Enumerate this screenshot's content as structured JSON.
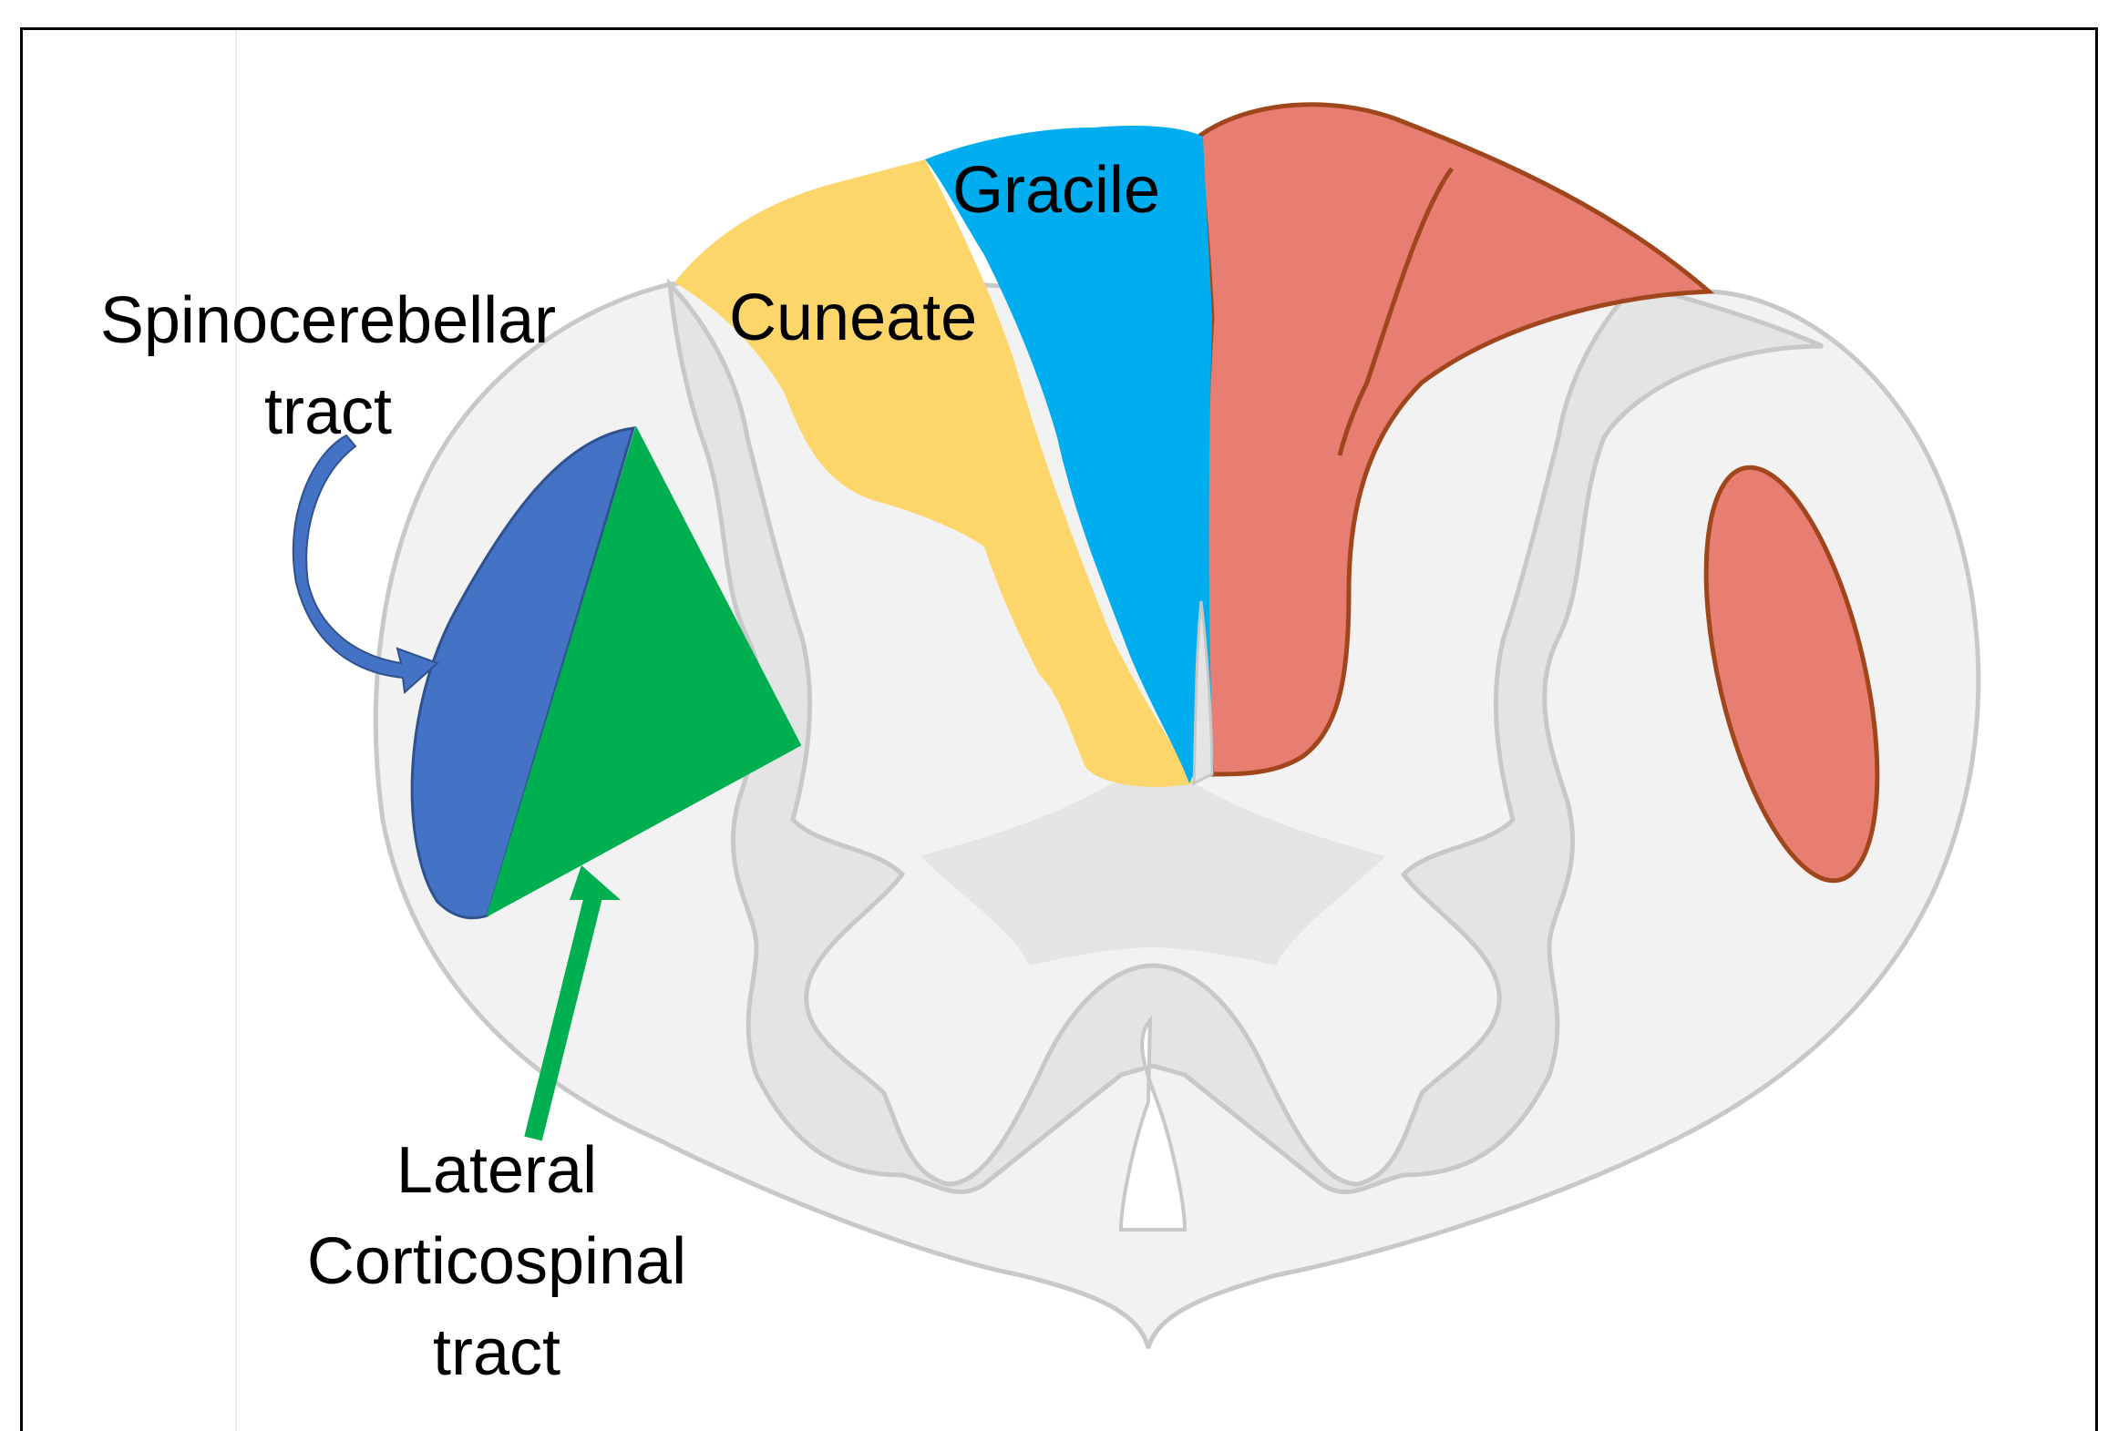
{
  "diagram": {
    "labels": {
      "gracile": "Gracile",
      "cuneate": "Cuneate",
      "spinocerebellar_line1": "Spinocerebellar",
      "spinocerebellar_line2": "tract",
      "lateral_line1": "Lateral",
      "lateral_line2": "Corticospinal",
      "lateral_line3": "tract"
    },
    "colors": {
      "white_matter": "#f2f2f2",
      "gray_matter": "#e4e4e4",
      "outline": "#c8c8c8",
      "gracile": "#00aeef",
      "cuneate": "#fdd66b",
      "lesion": "#e87d72",
      "lesion_border": "#a0461c",
      "spinocerebellar": "#4472c4",
      "corticospinal": "#00b050"
    }
  }
}
